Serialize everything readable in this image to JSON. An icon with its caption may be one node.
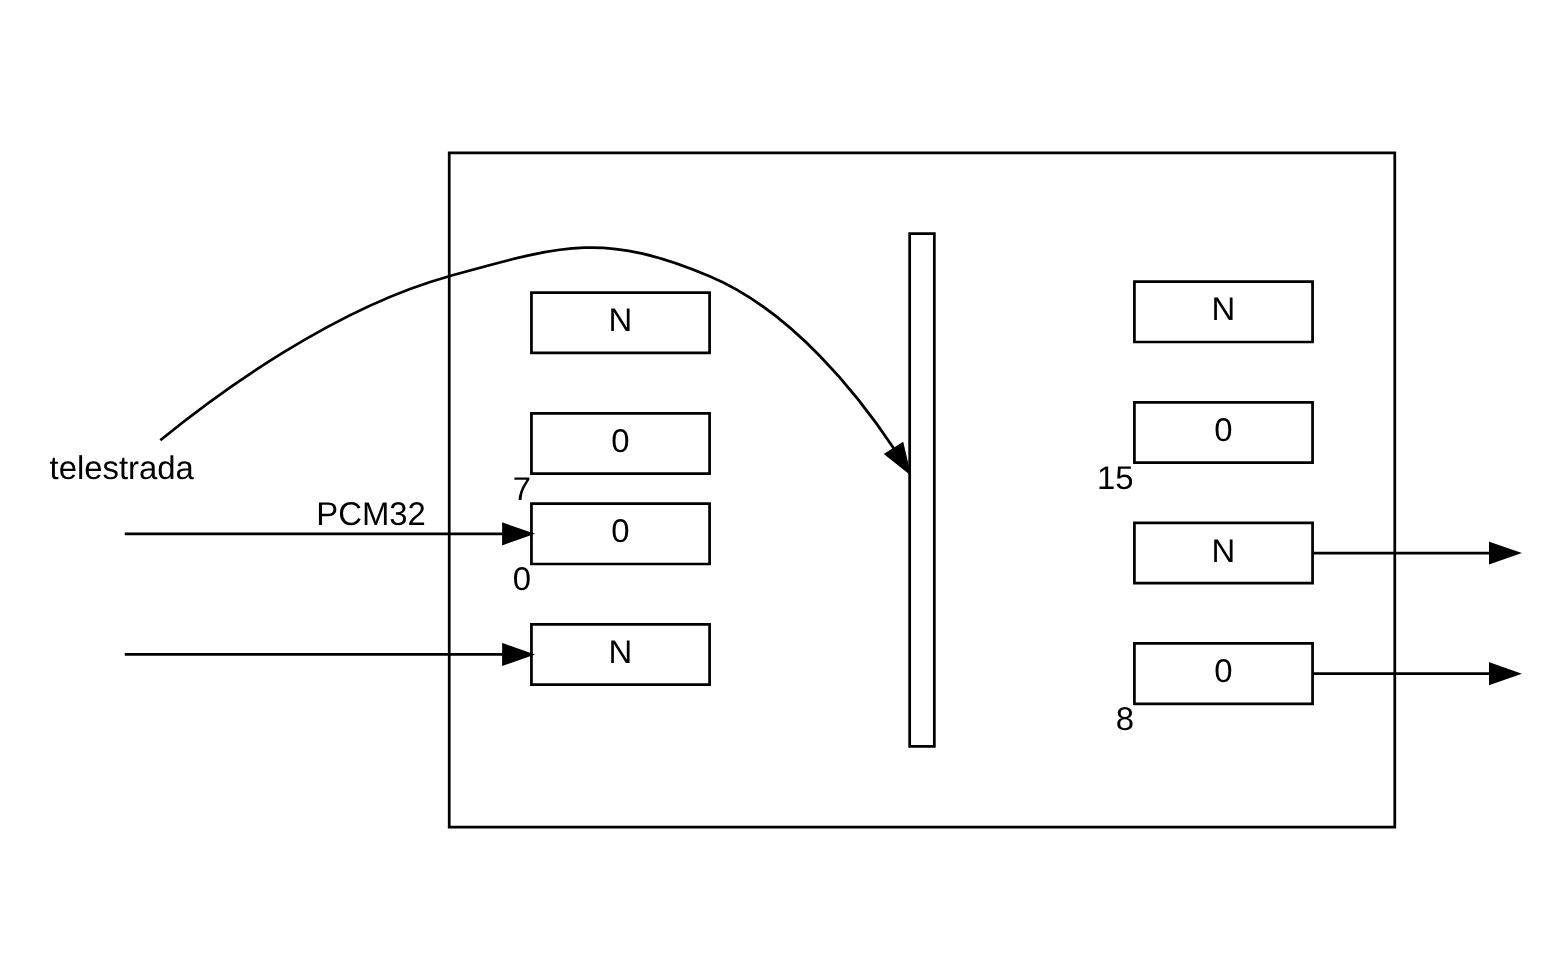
{
  "diagram": {
    "nodes": [
      {
        "text": [],
        "shape": "box"
      },
      {
        "text": [
          "0"
        ],
        "in": 0,
        "beside": [
          "0"
        ]
      },
      {
        "text": [
          "N"
        ],
        "in": 0
      },
      {
        "text": [
          "0"
        ],
        "in": 0,
        "beside": [
          "8"
        ]
      },
      {
        "text": [
          "N"
        ],
        "in": 0
      },
      {
        "text": [],
        "shape": "bar",
        "in": 0
      },
      {
        "text": [
          "0"
        ],
        "in": 0,
        "beside": [
          "7"
        ]
      },
      {
        "text": [
          "N"
        ],
        "in": 0
      },
      {
        "text": [
          "0"
        ],
        "in": 0,
        "beside": [
          "15"
        ]
      },
      {
        "text": [
          "N"
        ],
        "in": 0
      },
      {
        "text": [
          "telestrada"
        ]
      }
    ],
    "edges": [
      {
        "from": null,
        "to": 1,
        "arrow": "to",
        "label": "PCM32"
      },
      {
        "from": null,
        "to": 2,
        "arrow": "to"
      },
      {
        "from": 3,
        "to": null,
        "arrow": "to"
      },
      {
        "from": 4,
        "to": null,
        "arrow": "to"
      },
      {
        "from": 10,
        "to": 5,
        "arrow": "to"
      }
    ]
  }
}
